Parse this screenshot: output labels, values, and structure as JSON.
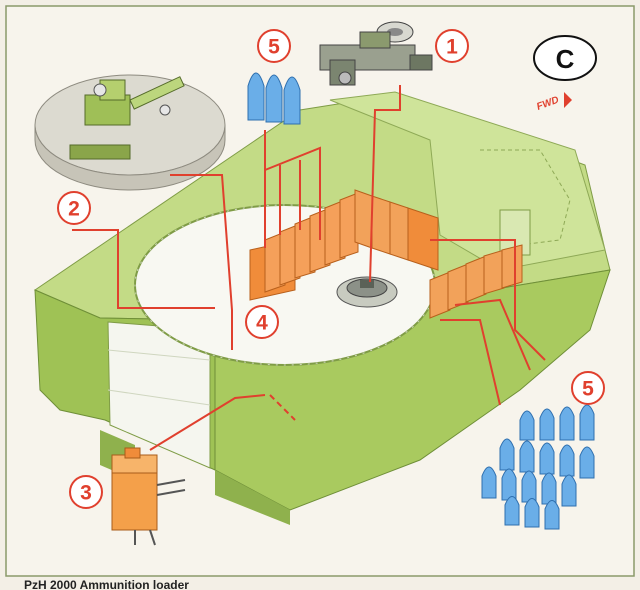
{
  "badge": {
    "letter": "C"
  },
  "direction": {
    "label": "FWD"
  },
  "callouts": {
    "c1": "1",
    "c2": "2",
    "c3": "3",
    "c4": "4",
    "c5_top": "5",
    "c5_right": "5"
  },
  "caption": {
    "text": "PzH 2000 Ammunition loader"
  },
  "colors": {
    "hull": "#bcd67d",
    "hull_dark": "#93b550",
    "callout": "#e0402e",
    "magazine": "#f2a25a",
    "shell": "#6aaee8",
    "frame_border": "#8a9a6a"
  }
}
